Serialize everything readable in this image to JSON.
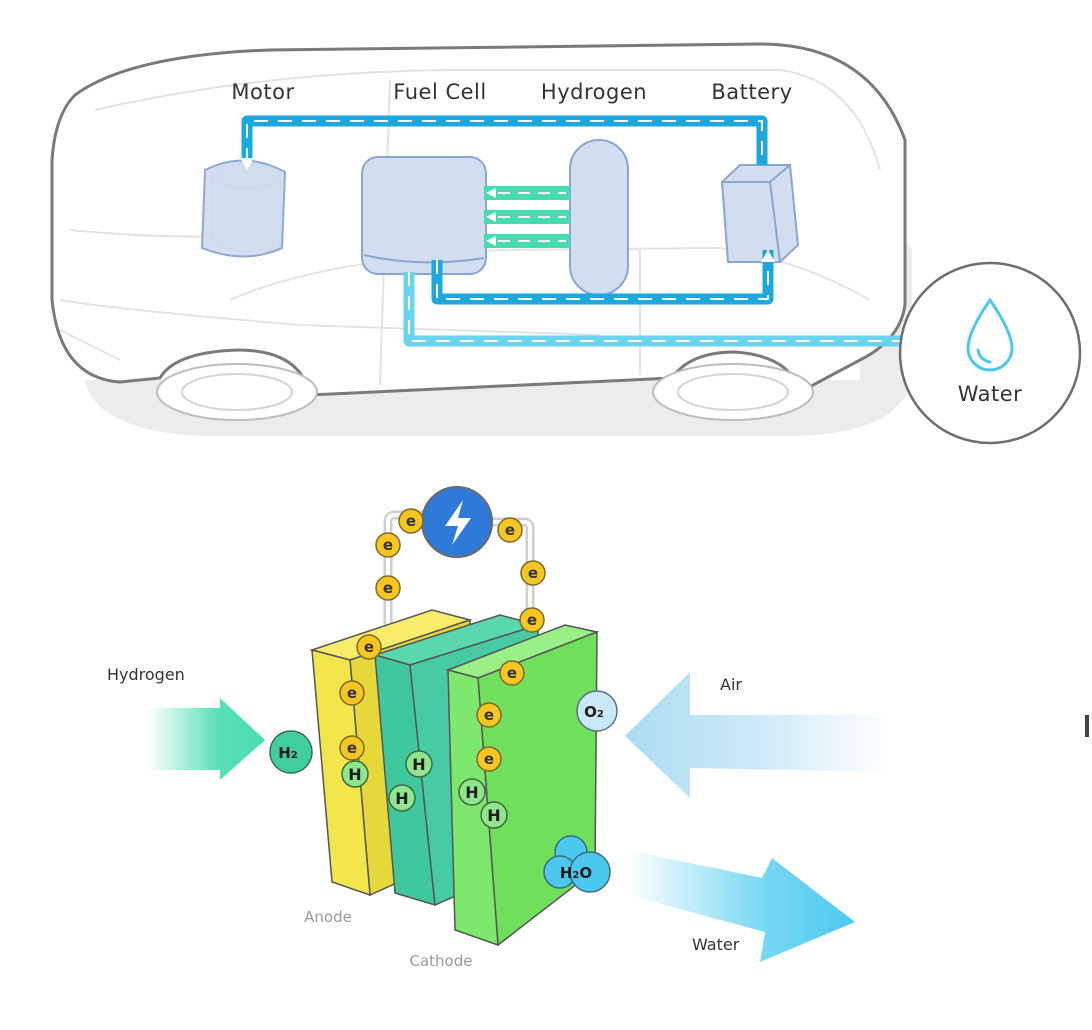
{
  "vehicle": {
    "labels": {
      "motor": "Motor",
      "fuel_cell": "Fuel Cell",
      "hydrogen": "Hydrogen",
      "battery": "Battery",
      "water": "Water"
    }
  },
  "cell": {
    "hydrogen_label": "Hydrogen",
    "air_label": "Air",
    "water_label": "Water",
    "anode_label": "Anode",
    "cathode_label": "Cathode",
    "h2": "H",
    "h2_sub": "2",
    "o2": "O",
    "o2_sub": "2",
    "h2o_h": "H",
    "h2o_sub": "2",
    "h2o_o": "O",
    "electron": "e",
    "proton": "H",
    "icon": "lightning-bolt-icon"
  },
  "colors": {
    "flow_blue": "#1aa9df",
    "water_blue": "#5fd0f0",
    "hydrogen_green": "#47dcb0",
    "anode_yellow": "#f2e64a",
    "membrane_teal": "#3fc79e",
    "cathode_green": "#7ee86e",
    "electron_yellow": "#f7c623",
    "bolt_circle": "#2f7ad8"
  }
}
